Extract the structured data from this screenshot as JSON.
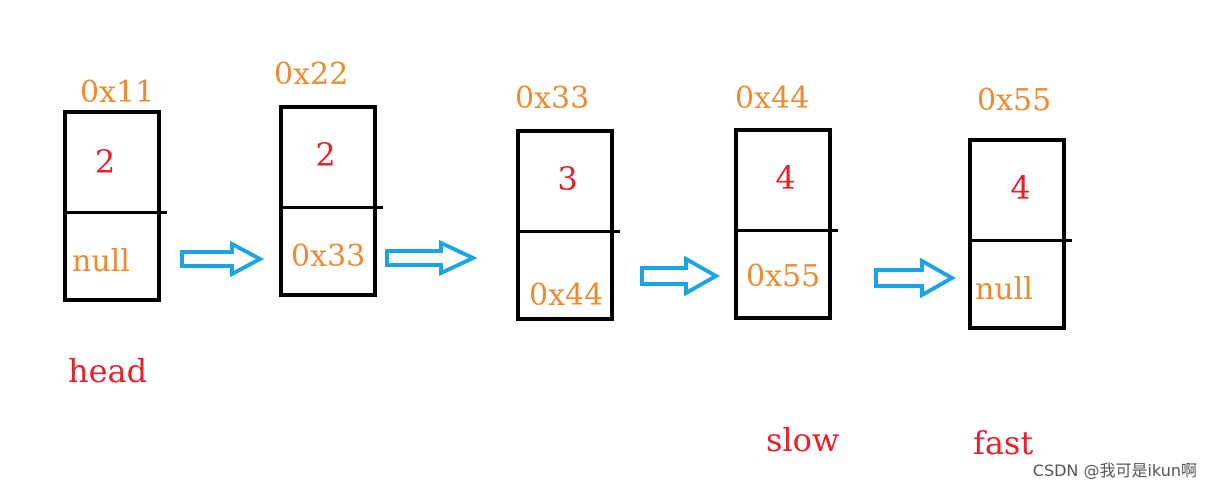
{
  "nodes": [
    {
      "address": "0x11",
      "value": "2",
      "next": "null"
    },
    {
      "address": "0x22",
      "value": "2",
      "next": "0x33"
    },
    {
      "address": "0x33",
      "value": "3",
      "next": "0x44"
    },
    {
      "address": "0x44",
      "value": "4",
      "next": "0x55"
    },
    {
      "address": "0x55",
      "value": "4",
      "next": "null"
    }
  ],
  "labels": {
    "head": "head",
    "slow": "slow",
    "fast": "fast"
  },
  "watermark": "CSDN @我可是ikun啊",
  "colors": {
    "address": "#f08a2e",
    "value": "#e8202a",
    "arrow": "#1aa3e6",
    "border": "#000000"
  }
}
